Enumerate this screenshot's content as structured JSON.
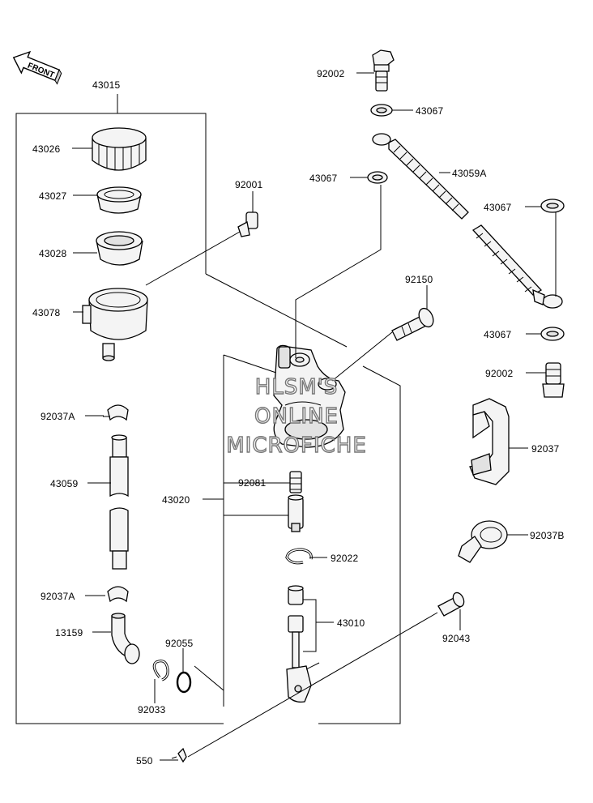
{
  "front_label": "FRONT",
  "watermark": [
    "HLSM'S",
    "ONLINE",
    "MICROFICHE"
  ],
  "labels": {
    "43015": "43015",
    "43026": "43026",
    "43027": "43027",
    "43028": "43028",
    "43078": "43078",
    "92037A_top": "92037A",
    "43059": "43059",
    "92037A_bottom": "92037A",
    "13159": "13159",
    "92055": "92055",
    "92033": "92033",
    "550": "550",
    "92001": "92001",
    "92002_top": "92002",
    "43067_a": "43067",
    "43067_b": "43067",
    "43059A": "43059A",
    "43067_c": "43067",
    "92150": "92150",
    "43067_d": "43067",
    "92002_bottom": "92002",
    "92037": "92037",
    "43020": "43020",
    "92081": "92081",
    "92022": "92022",
    "43010": "43010",
    "92037B": "92037B",
    "92043": "92043"
  }
}
